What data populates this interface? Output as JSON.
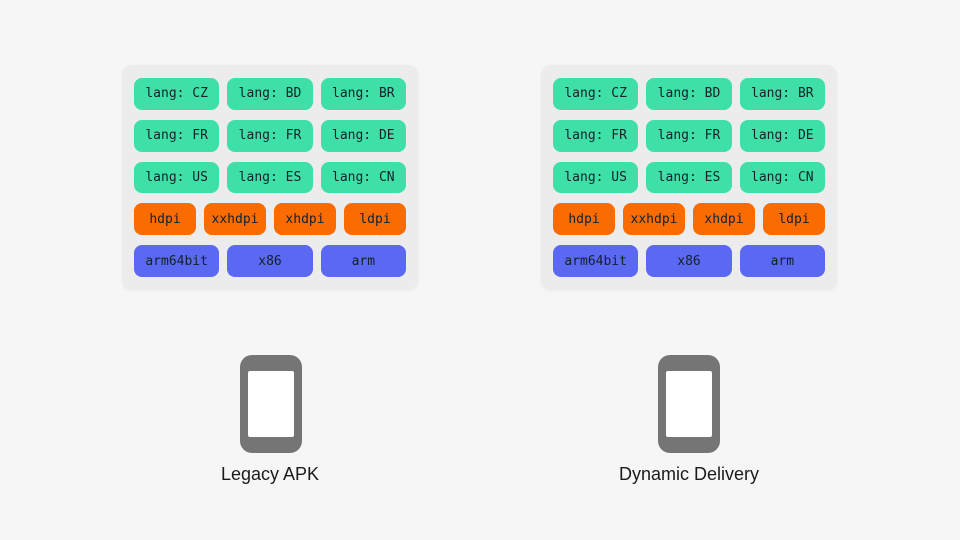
{
  "colors": {
    "page_bg": "#f6f6f6",
    "panel_bg": "#ececec",
    "lang_chip": "#3fe0a7",
    "density_chip": "#fa6c02",
    "abi_chip": "#5a68f2",
    "chip_text": "#15212b",
    "phone_gray": "#757575",
    "caption_text": "#1b1b1b"
  },
  "panels": [
    {
      "caption": "Legacy APK",
      "icon": "phone-icon",
      "rows": [
        {
          "type": "lang",
          "chips": [
            "lang: CZ",
            "lang: BD",
            "lang: BR"
          ]
        },
        {
          "type": "lang",
          "chips": [
            "lang: FR",
            "lang: FR",
            "lang: DE"
          ]
        },
        {
          "type": "lang",
          "chips": [
            "lang: US",
            "lang: ES",
            "lang: CN"
          ]
        },
        {
          "type": "density",
          "chips": [
            "hdpi",
            "xxhdpi",
            "xhdpi",
            "ldpi"
          ]
        },
        {
          "type": "abi",
          "chips": [
            "arm64bit",
            "x86",
            "arm"
          ]
        }
      ]
    },
    {
      "caption": "Dynamic Delivery",
      "icon": "phone-icon",
      "rows": [
        {
          "type": "lang",
          "chips": [
            "lang: CZ",
            "lang: BD",
            "lang: BR"
          ]
        },
        {
          "type": "lang",
          "chips": [
            "lang: FR",
            "lang: FR",
            "lang: DE"
          ]
        },
        {
          "type": "lang",
          "chips": [
            "lang: US",
            "lang: ES",
            "lang: CN"
          ]
        },
        {
          "type": "density",
          "chips": [
            "hdpi",
            "xxhdpi",
            "xhdpi",
            "ldpi"
          ]
        },
        {
          "type": "abi",
          "chips": [
            "arm64bit",
            "x86",
            "arm"
          ]
        }
      ]
    }
  ]
}
